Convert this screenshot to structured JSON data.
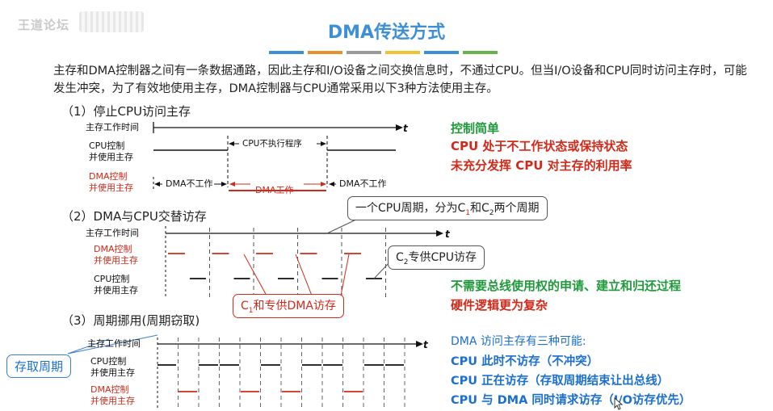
{
  "watermark": "王道论坛",
  "title": "DMA传送方式",
  "colors": {
    "title_blue": "#3d8fd6",
    "dma_red": "#d12a1a",
    "green": "#1f9a3a",
    "blue_note": "#1a6fcf",
    "title_bars": [
      "#3d8fd6",
      "#e8922f",
      "#9a9a9a",
      "#f2c230",
      "#3d8fd6",
      "#68b24a"
    ]
  },
  "intro": "主存和DMA控制器之间有一条数据通路，因此主存和I/O设备之间交换信息时，不通过CPU。但当I/O设备和CPU同时访问主存时，可能发生冲突，为了有效地使用主存，DMA控制器与CPU通常采用以下3种方法使用主存。",
  "section1": {
    "heading": "（1）停止CPU访问主存",
    "mem_label": "主存工作时间",
    "cpu_label_1": "CPU控制",
    "cpu_label_2": "并使用主存",
    "dma_label_1": "DMA控制",
    "dma_label_2": "并使用主存",
    "t": "t",
    "cpu_gap": "CPU不执行程序",
    "dma_idle_left": "DMA不工作",
    "dma_work": "DMA工作",
    "dma_idle_right": "DMA不工作",
    "notes": [
      "控制简单",
      "CPU 处于不工作状态或保持状态",
      "未充分发挥 CPU 对主存的利用率"
    ]
  },
  "section2": {
    "heading": "（2）DMA与CPU交替访存",
    "mem_label": "主存工作时间",
    "dma_label_1": "DMA控制",
    "dma_label_2": "并使用主存",
    "cpu_label_1": "CPU控制",
    "cpu_label_2": "并使用主存",
    "t": "t",
    "callout_cycle": {
      "pre": "一个CPU周期，分为C",
      "sub1": "1",
      "mid": "和C",
      "sub2": "2",
      "post": "两个周期"
    },
    "callout_c2": {
      "pre": "C",
      "sub": "2",
      "post": "专供CPU访存"
    },
    "callout_c1": {
      "pre": "C",
      "sub": "1",
      "post": "和专供DMA访存"
    },
    "notes": [
      "不需要总线使用权的申请、建立和归还过程",
      "硬件逻辑更为复杂"
    ]
  },
  "section3": {
    "heading": "（3）周期挪用(周期窃取)",
    "mem_label": "主存工作时间",
    "cpu_label_1": "CPU控制",
    "cpu_label_2": "并使用主存",
    "dma_label_1": "DMA控制",
    "dma_label_2": "并使用主存",
    "t": "t",
    "callout_access": "存取周期",
    "notes_head": "DMA 访问主存有三种可能:",
    "notes": [
      "CPU 此时不访存（不冲突）",
      "CPU 正在访存（存取周期结束让出总线）",
      "CPU 与 DMA 同时请求访存（I/O访存优先）"
    ]
  }
}
